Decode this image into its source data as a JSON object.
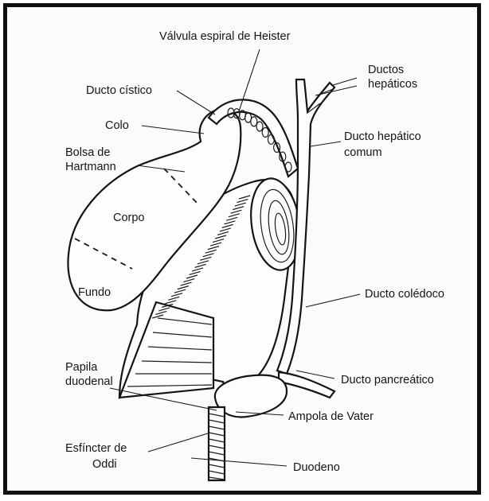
{
  "labels": {
    "valvula": "Válvula espiral de Heister",
    "ductos_hepaticos_1": "Ductos",
    "ductos_hepaticos_2": "hepáticos",
    "ducto_cistico": "Ducto cístico",
    "colo": "Colo",
    "bolsa_1": "Bolsa de",
    "bolsa_2": "Hartmann",
    "ducto_hepatico_comum_1": "Ducto hepático",
    "ducto_hepatico_comum_2": "comum",
    "corpo": "Corpo",
    "fundo": "Fundo",
    "ducto_coledoco": "Ducto colédoco",
    "papila_1": "Papila",
    "papila_2": "duodenal",
    "ducto_pancreatico": "Ducto pancreático",
    "ampola": "Ampola de Vater",
    "esfincter_1": "Esfíncter de",
    "esfincter_2": "Oddi",
    "duodeno": "Duodeno"
  },
  "colors": {
    "line": "#141414",
    "background": "#fbfbfb",
    "frame": "#111111"
  }
}
